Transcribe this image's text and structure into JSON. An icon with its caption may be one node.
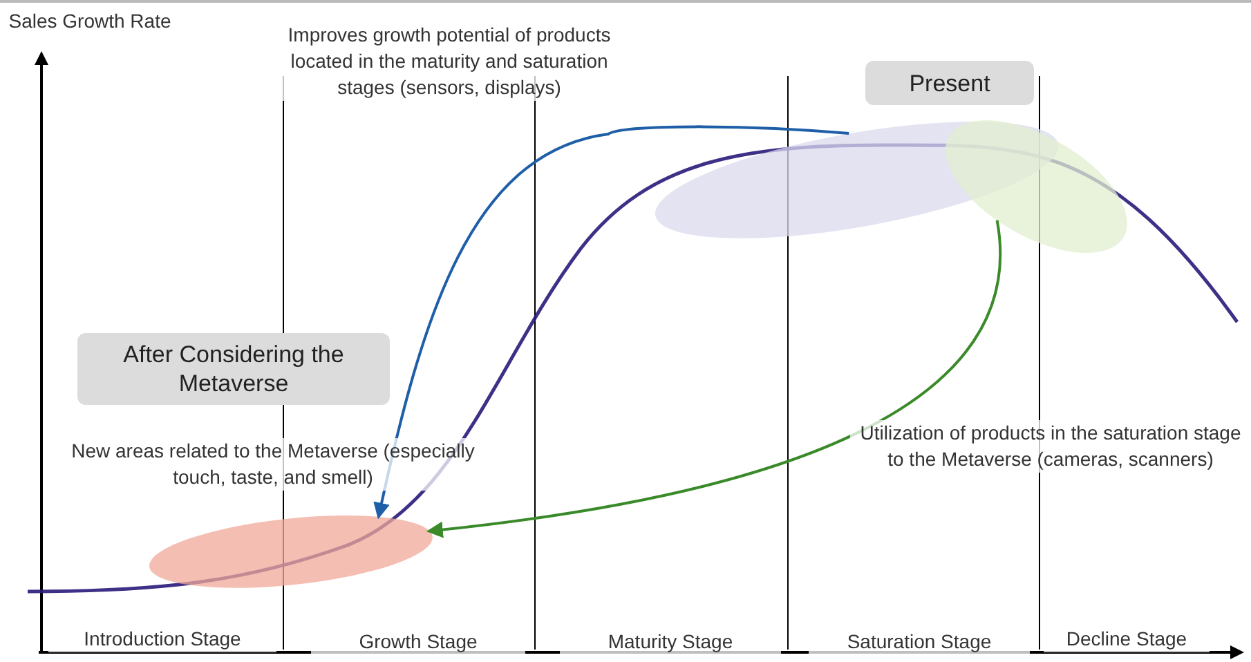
{
  "diagram": {
    "nodes": [
      {
        "text": [
          "Present"
        ]
      },
      {
        "text": [],
        "shape": "ellipse"
      },
      {
        "text": [],
        "shape": "ellipse"
      },
      {
        "text": [
          "After Considering the Metaverse"
        ]
      },
      {
        "text": [],
        "shape": "ellipse"
      }
    ],
    "edges": [
      {
        "from": 1,
        "to": 4,
        "arrow": "to",
        "color": "#1f5fa8"
      },
      {
        "from": 2,
        "to": 4,
        "arrow": "to",
        "color": "#3a8a2a"
      }
    ],
    "labels": [
      "Sales Growth Rate",
      "Improves growth potential of products located in the maturity and saturation stages (sensors, displays)",
      "New areas related to the Metaverse (especially touch, taste, and smell)",
      "Utilization of products in the saturation stage to the Metaverse (cameras, scanners)",
      "Introduction Stage",
      "Growth Stage",
      "Maturity Stage",
      "Saturation Stage",
      "Decline Stage"
    ]
  }
}
